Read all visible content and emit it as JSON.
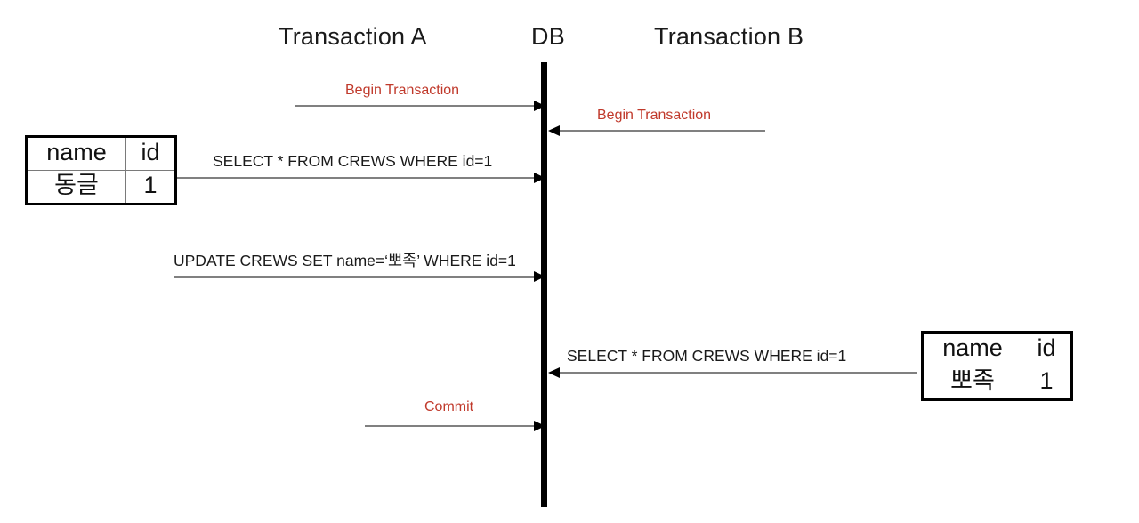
{
  "diagram": {
    "title_columns": {
      "left": "Transaction A",
      "center": "DB",
      "right": "Transaction B"
    },
    "colors": {
      "red_label": "#c0392b",
      "black_label": "#1a1a1a",
      "lifeline": "#000000",
      "arrow_line": "#808080",
      "background": "#ffffff"
    },
    "messages": [
      {
        "id": "a-begin",
        "label": "Begin Transaction",
        "color": "red",
        "from": "Transaction A",
        "to": "DB",
        "direction": "right"
      },
      {
        "id": "b-begin",
        "label": "Begin Transaction",
        "color": "red",
        "from": "Transaction B",
        "to": "DB",
        "direction": "left"
      },
      {
        "id": "a-select",
        "label": "SELECT * FROM CREWS WHERE id=1",
        "color": "black",
        "from": "Transaction A",
        "to": "DB",
        "direction": "right"
      },
      {
        "id": "a-update",
        "label": "UPDATE CREWS SET name=‘뽀족’ WHERE id=1",
        "color": "black",
        "from": "Transaction A",
        "to": "DB",
        "direction": "right"
      },
      {
        "id": "b-select",
        "label": "SELECT * FROM CREWS WHERE id=1",
        "color": "black",
        "from": "Transaction B",
        "to": "DB",
        "direction": "left"
      },
      {
        "id": "a-commit",
        "label": "Commit",
        "color": "red",
        "from": "Transaction A",
        "to": "DB",
        "direction": "right"
      }
    ],
    "tables": [
      {
        "id": "result-a",
        "columns": [
          "name",
          "id"
        ],
        "rows": [
          [
            "동글",
            "1"
          ]
        ]
      },
      {
        "id": "result-b",
        "columns": [
          "name",
          "id"
        ],
        "rows": [
          [
            "뽀족",
            "1"
          ]
        ]
      }
    ]
  }
}
